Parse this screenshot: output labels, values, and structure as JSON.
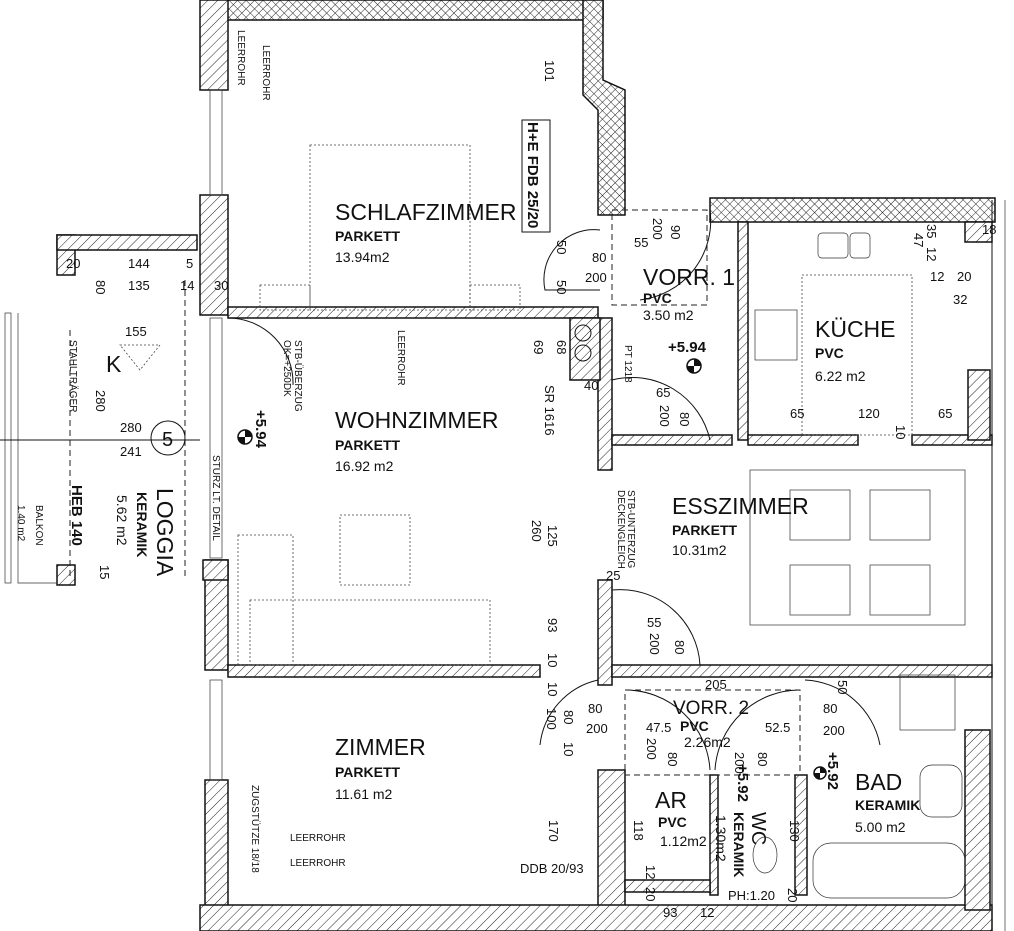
{
  "rooms": {
    "schlafzimmer": {
      "name": "SCHLAFZIMMER",
      "floor": "PARKETT",
      "area": "13.94m2"
    },
    "vorr1": {
      "name": "VORR. 1",
      "floor": "PVC",
      "area": "3.50 m2"
    },
    "kueche": {
      "name": "KÜCHE",
      "floor": "PVC",
      "area": "6.22 m2"
    },
    "wohnzimmer": {
      "name": "WOHNZIMMER",
      "floor": "PARKETT",
      "area": "16.92 m2"
    },
    "esszimmer": {
      "name": "ESSZIMMER",
      "floor": "PARKETT",
      "area": "10.31m2"
    },
    "zimmer": {
      "name": "ZIMMER",
      "floor": "PARKETT",
      "area": "11.61 m2"
    },
    "vorr2": {
      "name": "VORR. 2",
      "floor": "PVC",
      "area": "2.26m2"
    },
    "ar": {
      "name": "AR",
      "floor": "PVC",
      "area": "1.12m2"
    },
    "wc": {
      "name": "WC",
      "floor": "KERAMIK",
      "area": "1.30m2"
    },
    "bad": {
      "name": "BAD",
      "floor": "KERAMIK",
      "area": "5.00 m2"
    },
    "loggia": {
      "name": "LOGGIA",
      "floor": "KERAMIK",
      "area": "5.62 m2",
      "number": "5"
    }
  },
  "dims": [
    "20",
    "144",
    "5",
    "80",
    "135",
    "14",
    "30",
    "155",
    "280",
    "280",
    "241",
    "15",
    "101",
    "50",
    "80",
    "200",
    "50",
    "55",
    "200",
    "90",
    "65",
    "200",
    "80",
    "69",
    "68",
    "40",
    "47",
    "35",
    "12",
    "18",
    "12",
    "20",
    "32",
    "65",
    "120",
    "65",
    "10",
    "260",
    "125",
    "93",
    "10",
    "25",
    "55",
    "200",
    "80",
    "10",
    "100",
    "80",
    "80",
    "200",
    "10",
    "170",
    "205",
    "47.5",
    "200",
    "80",
    "52.5",
    "200",
    "80",
    "80",
    "200",
    "50",
    "118",
    "12",
    "20",
    "93",
    "12",
    "130",
    "PH:1.20",
    "20"
  ],
  "notes": [
    "STAHLTRÄGER",
    "HEB 140",
    "BALKON",
    "1.40 m2",
    "K",
    "LEERROHR",
    "LEERROHR",
    "H+E FDB 25/20",
    "PT 1218",
    "SR 1616",
    "+5.94",
    "STB-ÜBERZUG",
    "OK=+250DK",
    "+5.94",
    "STURZ LT. DETAIL",
    "LEERROHR",
    "STB-UNTERZUG",
    "DECKENGLEICH",
    "DDB 20/93",
    "ZUGSTÜTZE 18/18",
    "LEERROHR",
    "LEERROHR",
    "+5.92",
    "+5.92"
  ]
}
